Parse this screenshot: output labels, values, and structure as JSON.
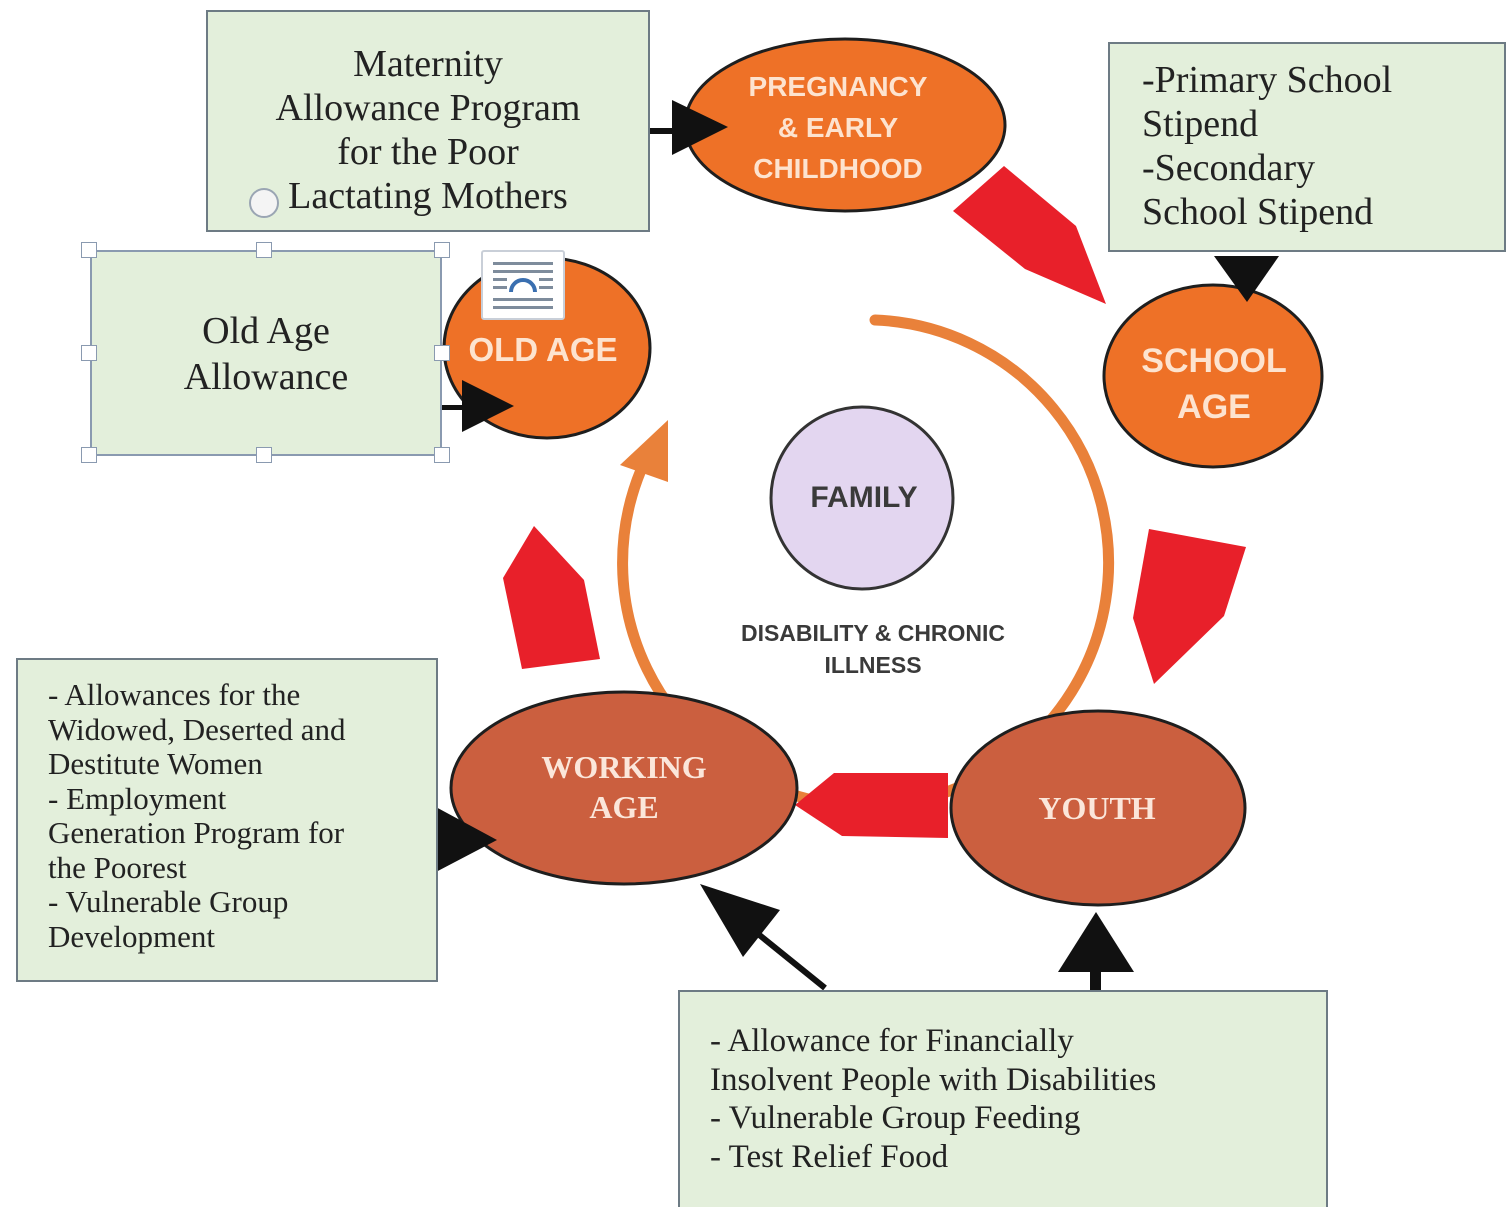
{
  "center": {
    "family": "FAMILY",
    "disability_line1": "DISABILITY & CHRONIC",
    "disability_line2": "ILLNESS"
  },
  "stages": {
    "pregnancy": [
      "PREGNANCY",
      "& EARLY",
      "CHILDHOOD"
    ],
    "school": [
      "SCHOOL",
      "AGE"
    ],
    "youth": [
      "YOUTH"
    ],
    "working": [
      "WORKING",
      "AGE"
    ],
    "old": [
      "OLD AGE"
    ]
  },
  "programs": {
    "maternity": [
      "Maternity",
      "Allowance Program",
      "for the Poor",
      "Lactating Mothers"
    ],
    "stipend": [
      "-Primary School",
      "Stipend",
      "-Secondary",
      "School Stipend"
    ],
    "old_age": [
      "Old Age",
      "Allowance"
    ],
    "working": [
      "- Allowances for the",
      "Widowed, Deserted and",
      "Destitute Women",
      "- Employment",
      "Generation Program for",
      "the Poorest",
      "- Vulnerable Group",
      "Development"
    ],
    "youth": [
      "- Allowance for Financially",
      "Insolvent People with Disabilities",
      "- Vulnerable Group Feeding",
      "- Test Relief Food"
    ]
  },
  "colors": {
    "stage_orange": "#ee7127",
    "stage_rust": "#cb5f3f",
    "stage_text_orange": "#fde3cf",
    "stage_text_rust": "#fbe6da",
    "cycle_arrow_red": "#e8202a",
    "center_ring_orange": "#e9813a",
    "family_fill": "#e3d6f0",
    "program_box_fill": "#e3efdb",
    "connector_black": "#111111"
  }
}
